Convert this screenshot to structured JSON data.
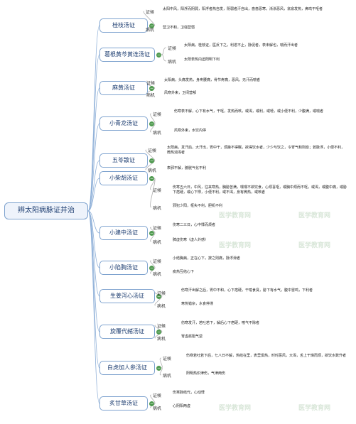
{
  "root": {
    "label": "辨太阳病脉证并治"
  },
  "labels": {
    "zhenghou": "证候",
    "bingji": "病机"
  },
  "watermark": "医学教育网",
  "topics": [
    {
      "name": "桂枝汤证",
      "zh": "太阳中风，阳浮而阴弱，阳浮者热自发，阴弱者汗自出，啬啬恶寒，淅淅恶风，翕翕发热，鼻鸣干呕者",
      "bj": "营卫不和，卫强营弱"
    },
    {
      "name": "葛根黄芩黄连汤证",
      "zh": "太阳病，桂枝证，医反下之，利遂不止，脉促者，表未解也，喘而汗出者",
      "bj": "太阳表热内迫阳明下利"
    },
    {
      "name": "麻黄汤证",
      "zh": "太阳病，头痛发热，身疼腰痛，骨节疼痛，恶风，无汗而喘者",
      "bj": "风寒外束，卫闭营郁"
    },
    {
      "name": "小青龙汤证",
      "zh": "伤寒表不解，心下有水气，干呕，发热而咳，或渴，或利，或噎，或小便不利，少腹满，或喘者",
      "bj": "风寒外束，水饮内停"
    },
    {
      "name": "五苓散证",
      "zh": "太阳病，发汗后，大汗出，胃中干，烦躁不得眠，欲得饮水者，少少与饮之，令胃气和则愈；若脉浮，小便不利，微热消渴者",
      "bj": "表邪不解，膀胱气化不利"
    },
    {
      "name": "小柴胡汤证",
      "zh": "伤寒五六日，中风，往来寒热，胸胁苦满，嘿嘿不欲饮食，心烦喜呕，或胸中烦而不呕，或渴，或腹中痛，或胁下痞硬，或心下悸，小便不利，或不渴，身有微热，或咳者",
      "bj": "邪犯少阳，枢失不利，胆机不利"
    },
    {
      "name": "小建中汤证",
      "zh": "伤寒二三日，心中悸而烦者",
      "bj": "脾虚伤寒（虚人外感）"
    },
    {
      "name": "小陷胸汤证",
      "zh": "小结胸病，正在心下，按之则痛，脉浮滑者",
      "bj": "痰热互结心下"
    },
    {
      "name": "生姜泻心汤证",
      "zh": "伤寒汗出解之后，胃中不和，心下痞硬，干噫食臭，胁下有水气，腹中雷鸣，下利者",
      "bj": "寒热错杂，水食停滞"
    },
    {
      "name": "旋覆代赭汤证",
      "zh": "伤寒发汗，若吐若下，解后心下痞硬，噫气不除者",
      "bj": "胃虚痰阻气逆"
    },
    {
      "name": "白虎加人参汤证",
      "zh": "伤寒若吐若下后，七八日不解，热结在里，表里俱热，时时恶风，大渴，舌上干燥而烦，欲饮水数升者",
      "bj": "阳明热炽津伤，气津两伤"
    },
    {
      "name": "炙甘草汤证",
      "zh": "伤寒脉结代，心动悸",
      "bj": "心阴阳两虚"
    }
  ]
}
